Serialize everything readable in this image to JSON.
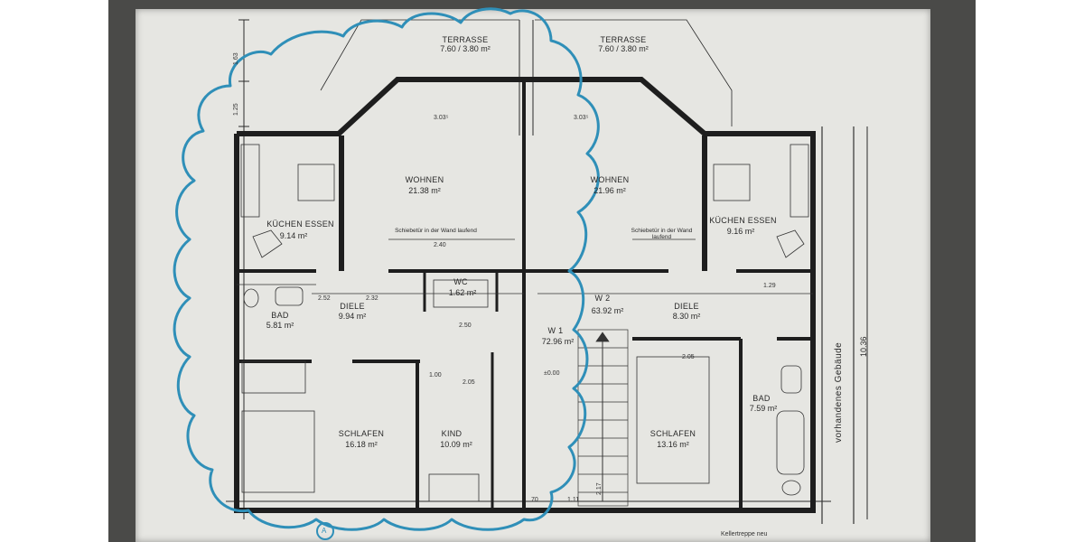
{
  "plan": {
    "terrace_left": {
      "label": "TERRASSE",
      "area": "7.60 / 3.80 m²"
    },
    "terrace_right": {
      "label": "TERRASSE",
      "area": "7.60 / 3.80 m²"
    },
    "left_unit": {
      "living": {
        "label": "WOHNEN",
        "area": "21.38 m²"
      },
      "kitchen": {
        "label": "KÜCHEN ESSEN",
        "area": "9.14 m²"
      },
      "bath": {
        "label": "BAD",
        "area": "5.81 m²"
      },
      "hall": {
        "label": "DIELE",
        "area": "9.94 m²"
      },
      "wc": {
        "label": "WC",
        "area": "1.62 m²"
      },
      "bedroom": {
        "label": "SCHLAFEN",
        "area": "16.18 m²"
      },
      "child": {
        "label": "KIND",
        "area": "10.09 m²"
      },
      "door_note": "Schiebetür in der Wand laufend",
      "dim_width": "3.03⁵",
      "dim_door": "2.40"
    },
    "right_unit": {
      "living": {
        "label": "WOHNEN",
        "area": "21.96 m²"
      },
      "kitchen": {
        "label": "KÜCHEN ESSEN",
        "area": "9.16 m²"
      },
      "hall": {
        "label": "DIELE",
        "area": "8.30 m²"
      },
      "bedroom": {
        "label": "SCHLAFEN",
        "area": "13.16 m²"
      },
      "bath": {
        "label": "BAD",
        "area": "7.59 m²"
      },
      "door_note": "Schiebetür in der Wand laufend",
      "dim_width": "3.03⁵"
    },
    "units": {
      "w1": {
        "label": "W 1",
        "area": "72.96 m²"
      },
      "w2": {
        "label": "W 2",
        "area": "63.92 m²"
      }
    },
    "side_label": "vorhandenes Gebäude",
    "side_dim": "10.36",
    "level_mark": "±0.00",
    "dims": {
      "top_left_a": "1.63",
      "top_left_b": "1.25",
      "d252": "2.52",
      "d232": "2.32",
      "d250": "2.50",
      "d205": "2.05",
      "d100": "1.00",
      "d205b": "2.05",
      "d70": "70",
      "d111": "1.11",
      "d217": "2.17",
      "d129": "1.29"
    },
    "bottom_text": "Kellertreppe neu",
    "marker": "A"
  },
  "colors": {
    "outline": "#2f8fb8",
    "ink": "#2a2a2a",
    "screen": "#e6e6e2"
  }
}
